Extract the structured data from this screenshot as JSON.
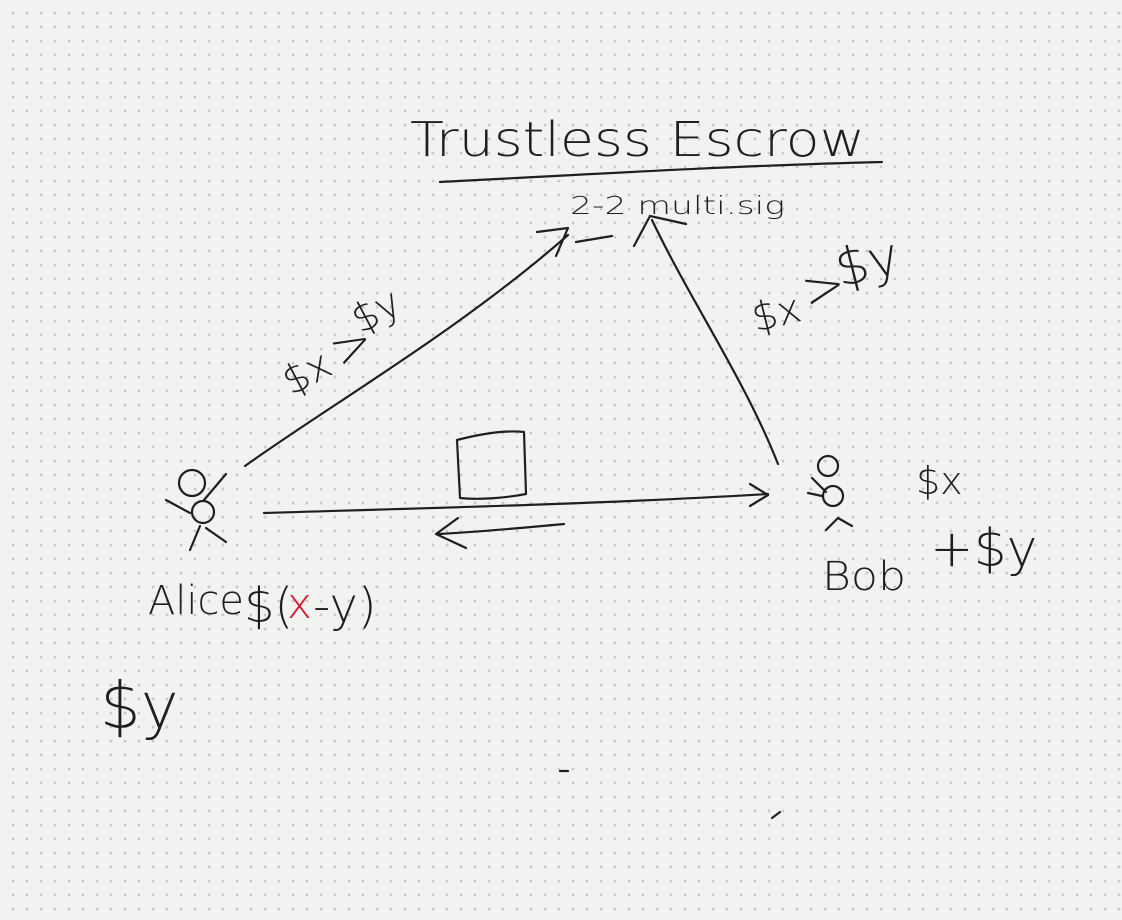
{
  "colors": {
    "ink": "#1f1f1f",
    "correction": "#d0182a",
    "background": "#f2f2f1",
    "grid_dot": "#c9c9c6"
  },
  "diagram": {
    "title": "Trustless Escrow",
    "multisig_label": "2-2 multi.sig",
    "left_edge_label": {
      "lhs": "$x",
      "gt": ">",
      "rhs": "$y"
    },
    "right_edge_label": {
      "lhs": "$x",
      "gt": ">",
      "rhs": "$y"
    },
    "alice": {
      "name": "Alice",
      "balance_prefix": "$(",
      "balance_struck": "x",
      "balance_rest": "-y)",
      "received": "$y"
    },
    "bob": {
      "name": "Bob",
      "holding": "$x",
      "received": "+$y"
    },
    "icons": [
      "stick-figure-icon",
      "box-icon",
      "arrow-icon"
    ]
  }
}
